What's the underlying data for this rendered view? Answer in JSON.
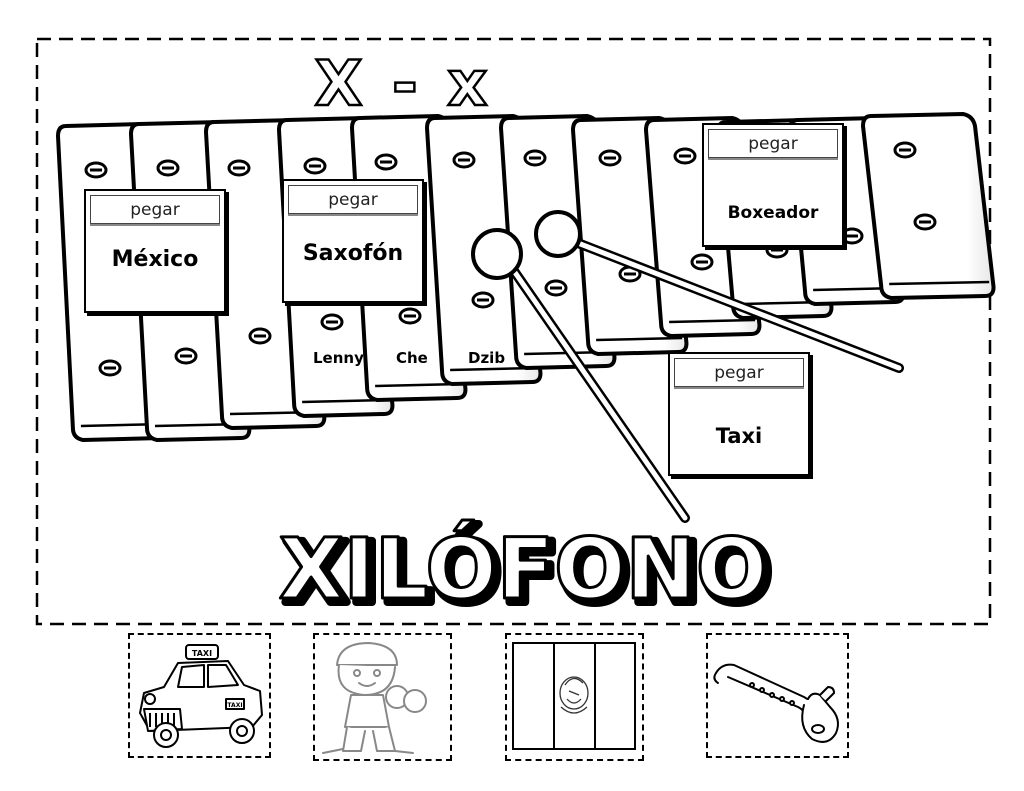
{
  "header": {
    "letters": "X - x"
  },
  "title": "XILÓFONO",
  "paste_cards": [
    {
      "tag": "pegar",
      "word": "México"
    },
    {
      "tag": "pegar",
      "word": "Saxofón"
    },
    {
      "tag": "pegar",
      "word": "Boxeador"
    },
    {
      "tag": "pegar",
      "word": "Taxi"
    }
  ],
  "names": [
    "Lenny",
    "Che",
    "Dzib"
  ],
  "cutouts": [
    {
      "icon": "taxi-icon",
      "sign_text": "TAXI",
      "door_text": "TAXI"
    },
    {
      "icon": "boxer-icon"
    },
    {
      "icon": "mexico-flag-icon"
    },
    {
      "icon": "saxophone-icon"
    }
  ]
}
